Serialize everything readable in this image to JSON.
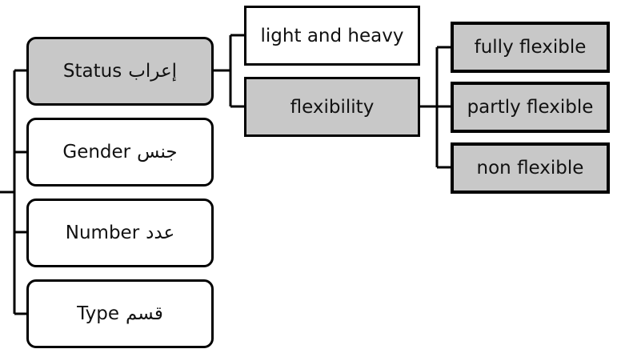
{
  "colors": {
    "highlight_fill": "#c8c8c8",
    "plain_fill": "#ffffff",
    "line": "#000000"
  },
  "level1": [
    {
      "en": "Status",
      "ar": "إعراب",
      "highlighted": true
    },
    {
      "en": "Gender",
      "ar": "جنس",
      "highlighted": false
    },
    {
      "en": "Number",
      "ar": "عدد",
      "highlighted": false
    },
    {
      "en": "Type",
      "ar": "قسم",
      "highlighted": false
    }
  ],
  "level2": [
    {
      "label": "light and heavy",
      "highlighted": false
    },
    {
      "label": "flexibility",
      "highlighted": true
    }
  ],
  "level3": [
    {
      "label": "fully flexible",
      "highlighted": true
    },
    {
      "label": "partly flexible",
      "highlighted": true
    },
    {
      "label": "non flexible",
      "highlighted": true
    }
  ]
}
